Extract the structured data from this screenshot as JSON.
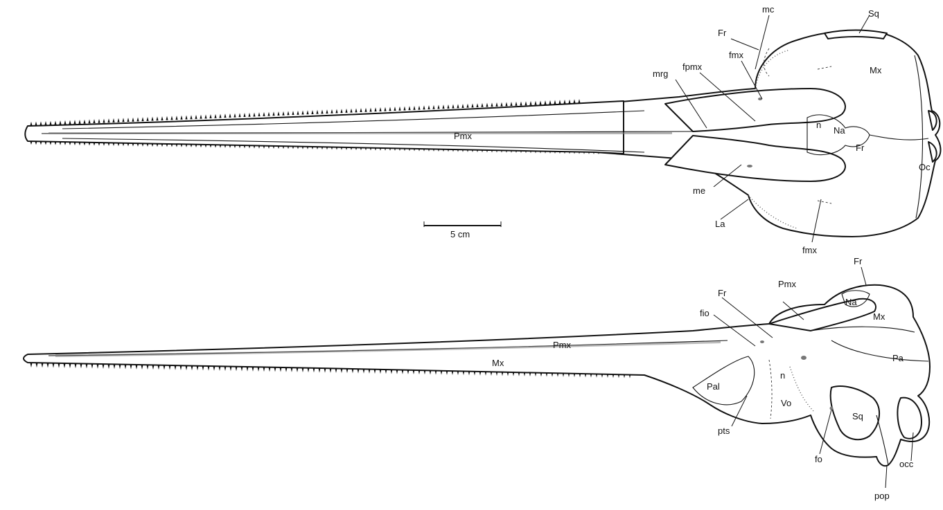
{
  "top_view": {
    "labels": {
      "mc": "mc",
      "Sq": "Sq",
      "Fr": "Fr",
      "fmx": "fmx",
      "Mx": "Mx",
      "mrg": "mrg",
      "fpmx": "fpmx",
      "n": "n",
      "Na": "Na",
      "Fr2": "Fr",
      "Oc": "Oc",
      "Pmx": "Pmx",
      "me": "me",
      "La": "La",
      "fmx2": "fmx"
    }
  },
  "scale_bar": {
    "label": "5 cm"
  },
  "side_view": {
    "labels": {
      "Fr": "Fr",
      "Pmx": "Pmx",
      "Na": "Na",
      "Fr2": "Fr",
      "fio": "fio",
      "Mx": "Mx",
      "Pmx2": "Pmx",
      "Mx2": "Mx",
      "Pa": "Pa",
      "n": "n",
      "Pal": "Pal",
      "Vo": "Vo",
      "Sq": "Sq",
      "pts": "pts",
      "fo": "fo",
      "occ": "occ",
      "pop": "pop"
    }
  }
}
